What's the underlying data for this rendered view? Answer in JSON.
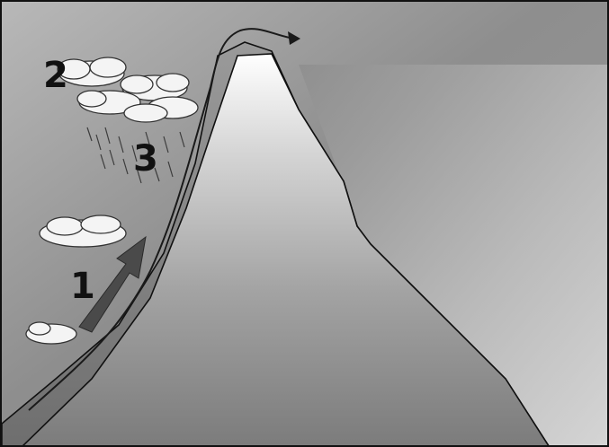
{
  "labels": {
    "step_1": "1",
    "step_2": "2",
    "step_3": "3"
  },
  "colors": {
    "border": "#111111",
    "sky_light": "#cfcfcf",
    "sky_dark": "#8f8f8f",
    "mountain_top": "#fbfbfb",
    "mountain_base": "#7e7e7e",
    "leeward_light": "#e2e2e2",
    "cloud_fill": "#f4f4f4",
    "cloud_edge": "#333333",
    "arrow_fill": "#4a4a4a",
    "rain": "#3c3c3c"
  }
}
